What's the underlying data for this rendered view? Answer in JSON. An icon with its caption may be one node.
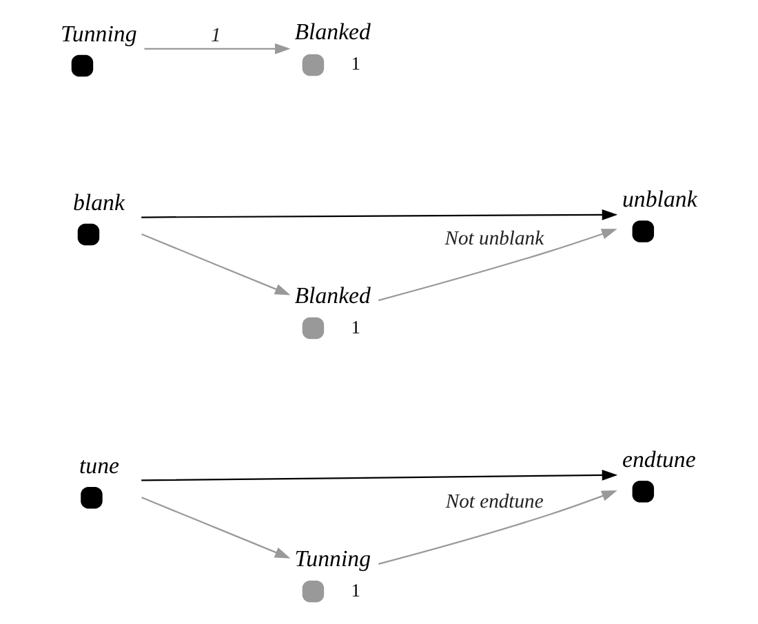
{
  "diagram": {
    "nodes": [
      {
        "text": [
          "tune"
        ]
      },
      {
        "text": [
          "endtune"
        ]
      },
      {
        "text": [
          "Tunning"
        ],
        "beside": [
          "1"
        ]
      },
      {
        "text": [
          "blank"
        ]
      },
      {
        "text": [
          "unblank"
        ]
      },
      {
        "text": [
          "Blanked"
        ],
        "beside": [
          "1"
        ]
      },
      {
        "text": [
          "Tunning"
        ]
      },
      {
        "text": [
          "Blanked"
        ],
        "beside": [
          "1"
        ]
      }
    ],
    "edges": [
      {
        "from": 0,
        "to": 1,
        "arrow": "to",
        "color": "#000000"
      },
      {
        "from": 0,
        "to": 2,
        "arrow": "to"
      },
      {
        "from": 2,
        "to": 1,
        "arrow": "to",
        "label": "Not endtune"
      },
      {
        "from": 3,
        "to": 4,
        "arrow": "to",
        "color": "#000000"
      },
      {
        "from": 3,
        "to": 5,
        "arrow": "to"
      },
      {
        "from": 5,
        "to": 4,
        "arrow": "to",
        "label": "Not unblank"
      },
      {
        "from": 6,
        "to": 7,
        "arrow": "to",
        "label": "1"
      }
    ]
  }
}
